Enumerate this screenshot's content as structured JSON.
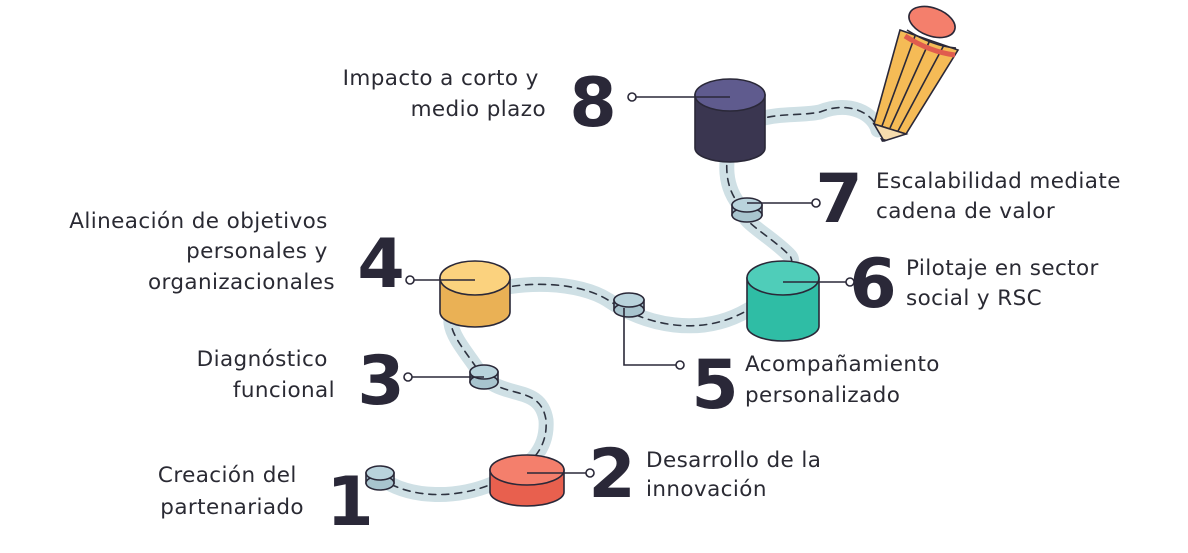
{
  "steps": [
    {
      "number": "1",
      "label_lines": [
        "Creación del",
        "partenariado"
      ],
      "color": "#b9d3dc"
    },
    {
      "number": "2",
      "label_lines": [
        "Desarrollo de la",
        "innovación"
      ],
      "color": "#f47f6c"
    },
    {
      "number": "3",
      "label_lines": [
        "Diagnóstico",
        "funcional"
      ],
      "color": "#b9d3dc"
    },
    {
      "number": "4",
      "label_lines": [
        "Alineación de objetivos",
        "personales y",
        "organizacionales"
      ],
      "color": "#fbd27e"
    },
    {
      "number": "5",
      "label_lines": [
        "Acompañamiento",
        "personalizado"
      ],
      "color": "#b9d3dc"
    },
    {
      "number": "6",
      "label_lines": [
        "Pilotaje en sector",
        "social y RSC"
      ],
      "color": "#4fcdb9"
    },
    {
      "number": "7",
      "label_lines": [
        "Escalabilidad mediate",
        "cadena de valor"
      ],
      "color": "#b9d3dc"
    },
    {
      "number": "8",
      "label_lines": [
        "Impacto a corto y",
        "medio plazo"
      ],
      "color": "#5f5b8e"
    }
  ],
  "colors": {
    "path": "#cfe0e5",
    "ink": "#2a2838",
    "pencil_body": "#f5bb56",
    "pencil_eraser": "#f47f6c",
    "pencil_wood": "#f6dcae"
  }
}
